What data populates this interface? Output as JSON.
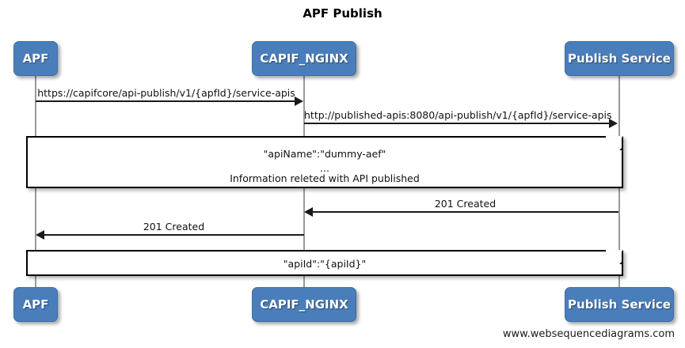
{
  "diagram": {
    "type": "sequence-diagram",
    "title": "APF Publish",
    "footer": "www.websequencediagrams.com",
    "accent_color": "#4a7ebb",
    "line_color": "#1a1a1a",
    "lifeline_color": "#9a9a9a",
    "background": "#ffffff"
  },
  "participants": [
    {
      "id": "apf",
      "label": "APF"
    },
    {
      "id": "capif_nginx",
      "label": "CAPIF_NGINX"
    },
    {
      "id": "publish_service",
      "label": "Publish Service"
    }
  ],
  "messages": [
    {
      "id": "msg1",
      "from": "apf",
      "to": "capif_nginx",
      "direction": "right",
      "label": "https://capifcore/api-publish/v1/{apfId}/service-apis"
    },
    {
      "id": "msg2",
      "from": "capif_nginx",
      "to": "publish_service",
      "direction": "right",
      "label": "http://published-apis:8080/api-publish/v1/{apfId}/service-apis"
    },
    {
      "id": "msg3",
      "from": "publish_service",
      "to": "capif_nginx",
      "direction": "left",
      "label": "201 Created"
    },
    {
      "id": "msg4",
      "from": "capif_nginx",
      "to": "apf",
      "direction": "left",
      "label": "201 Created"
    }
  ],
  "notes": [
    {
      "id": "note1",
      "lines": [
        "\"apiName\":\"dummy-aef\"",
        "...",
        "Information releted with API published"
      ]
    },
    {
      "id": "note2",
      "lines": [
        "\"apiId\":\"{apiId}\""
      ]
    }
  ]
}
